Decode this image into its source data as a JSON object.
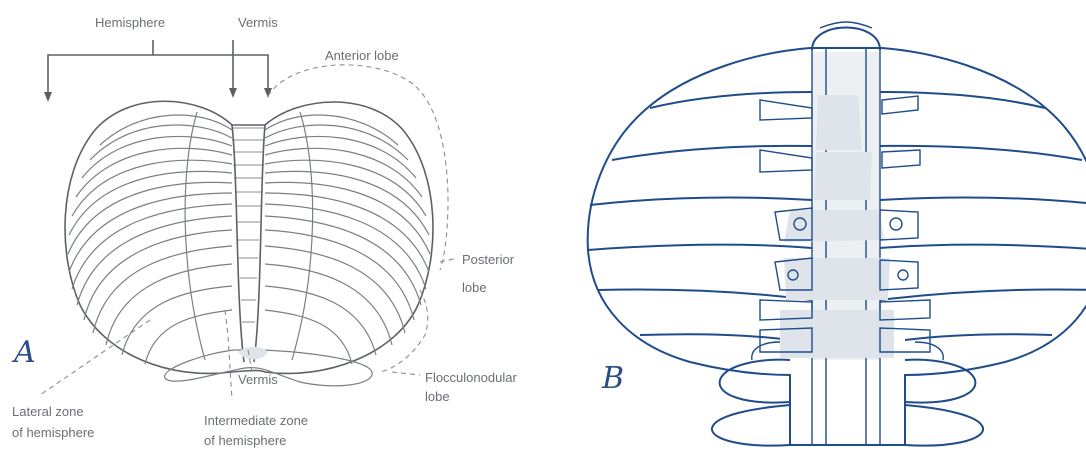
{
  "panel_a": {
    "letter": "A",
    "labels": {
      "hemisphere": "Hemisphere",
      "vermis_top": "Vermis",
      "anterior_lobe": "Anterior lobe",
      "posterior_lobe_1": "Posterior",
      "posterior_lobe_2": "lobe",
      "flocculonodular_1": "Flocculonodular",
      "flocculonodular_2": "lobe",
      "vermis_bottom": "Vermis",
      "lateral_zone_1": "Lateral zone",
      "lateral_zone_2": "of hemisphere",
      "intermediate_zone_1": "Intermediate zone",
      "intermediate_zone_2": "of hemisphere"
    }
  },
  "panel_b": {
    "letter": "B"
  }
}
